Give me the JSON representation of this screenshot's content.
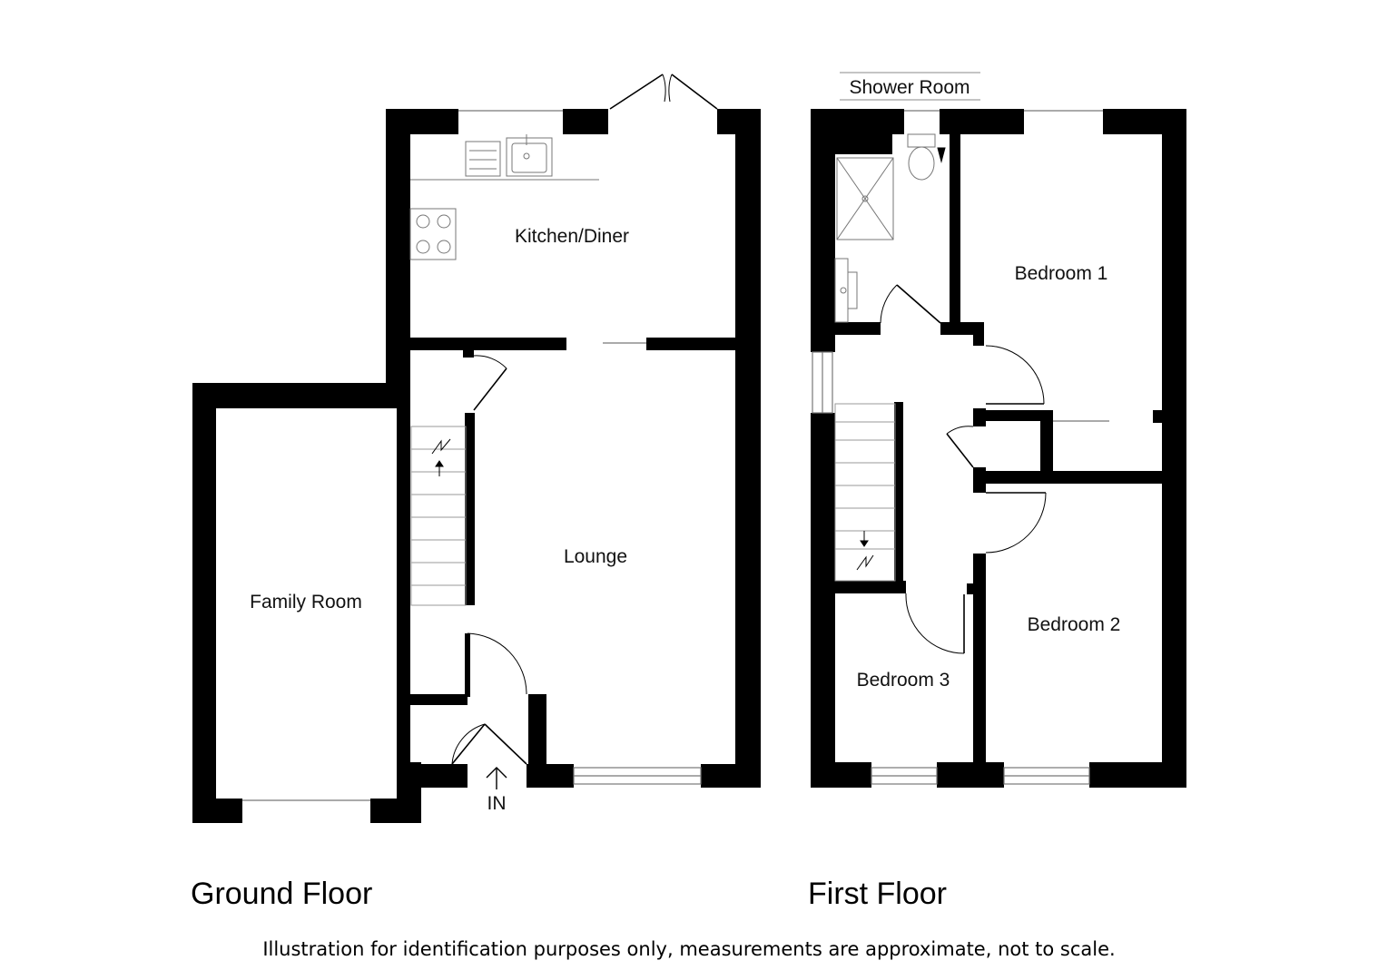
{
  "floors": {
    "ground": {
      "title": "Ground Floor",
      "rooms": {
        "kitchen_diner": "Kitchen/Diner",
        "lounge": "Lounge",
        "family_room": "Family Room"
      },
      "entrance_label": "IN"
    },
    "first": {
      "title": "First Floor",
      "rooms": {
        "shower_room": "Shower Room",
        "bedroom_1": "Bedroom 1",
        "bedroom_2": "Bedroom 2",
        "bedroom_3": "Bedroom 3"
      }
    }
  },
  "disclaimer": "Illustration for identification purposes only, measurements are approximate, not to scale."
}
